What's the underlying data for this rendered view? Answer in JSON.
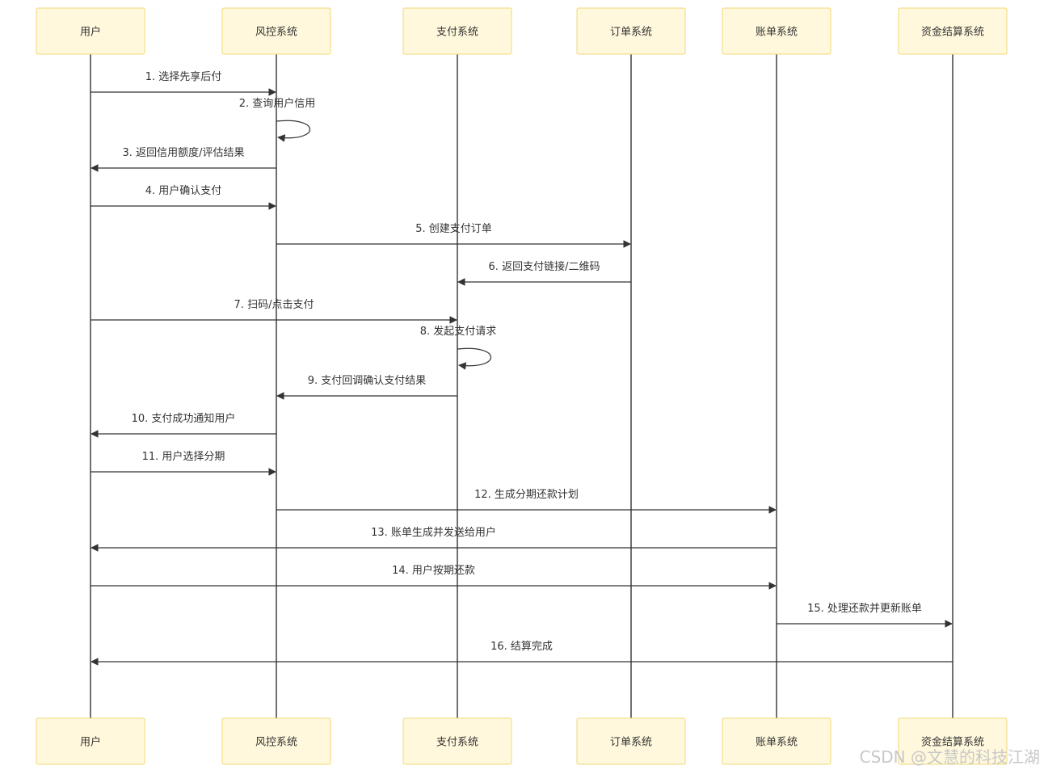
{
  "actors": [
    {
      "id": "user",
      "label": "用户"
    },
    {
      "id": "risk",
      "label": "风控系统"
    },
    {
      "id": "pay",
      "label": "支付系统"
    },
    {
      "id": "order",
      "label": "订单系统"
    },
    {
      "id": "bill",
      "label": "账单系统"
    },
    {
      "id": "fund",
      "label": "资金结算系统"
    }
  ],
  "messages": [
    {
      "from": "user",
      "to": "risk",
      "label": "1. 选择先享后付"
    },
    {
      "from": "risk",
      "to": "risk",
      "label": "2. 查询用户信用"
    },
    {
      "from": "risk",
      "to": "user",
      "label": "3. 返回信用额度/评估结果"
    },
    {
      "from": "user",
      "to": "risk",
      "label": "4. 用户确认支付"
    },
    {
      "from": "risk",
      "to": "order",
      "label": "5. 创建支付订单"
    },
    {
      "from": "order",
      "to": "pay",
      "label": "6. 返回支付链接/二维码"
    },
    {
      "from": "user",
      "to": "pay",
      "label": "7. 扫码/点击支付"
    },
    {
      "from": "pay",
      "to": "pay",
      "label": "8. 发起支付请求"
    },
    {
      "from": "pay",
      "to": "risk",
      "label": "9. 支付回调确认支付结果"
    },
    {
      "from": "risk",
      "to": "user",
      "label": "10. 支付成功通知用户"
    },
    {
      "from": "user",
      "to": "risk",
      "label": "11. 用户选择分期"
    },
    {
      "from": "risk",
      "to": "bill",
      "label": "12. 生成分期还款计划"
    },
    {
      "from": "bill",
      "to": "user",
      "label": "13. 账单生成并发送给用户"
    },
    {
      "from": "user",
      "to": "bill",
      "label": "14. 用户按期还款"
    },
    {
      "from": "bill",
      "to": "fund",
      "label": "15. 处理还款并更新账单"
    },
    {
      "from": "fund",
      "to": "user",
      "label": "16. 结算完成"
    }
  ],
  "watermark": "CSDN @文慧的科技江湖",
  "colors": {
    "actor_fill": "#fff8dc",
    "actor_border": "#f0d878",
    "line": "#333333"
  }
}
